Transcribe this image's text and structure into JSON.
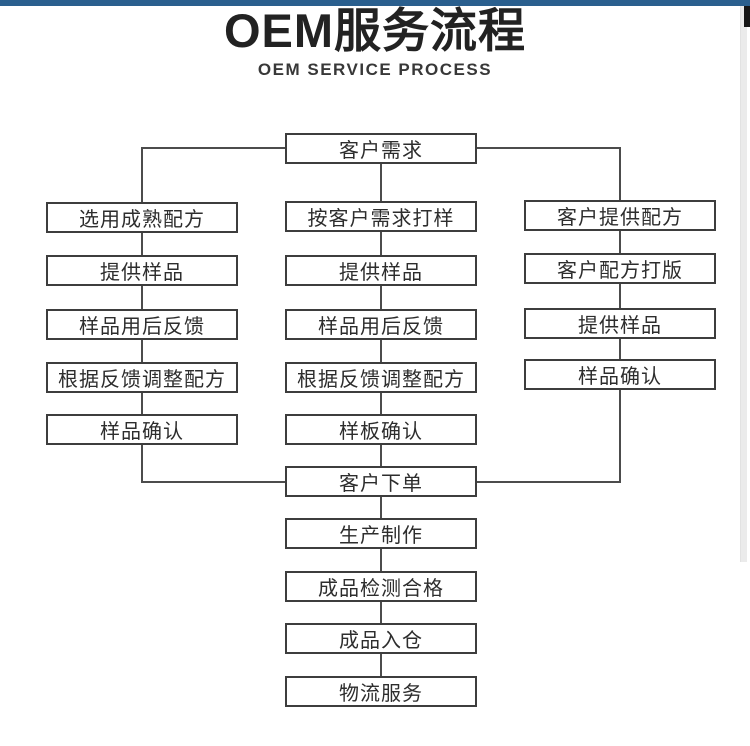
{
  "title": {
    "main": "OEM服务流程",
    "subtitle": "OEM SERVICE PROCESS"
  },
  "flowchart": {
    "start": "客户需求",
    "columns": [
      {
        "name": "mature-formula-path",
        "steps": [
          "选用成熟配方",
          "提供样品",
          "样品用后反馈",
          "根据反馈调整配方",
          "样品确认"
        ]
      },
      {
        "name": "custom-sample-path",
        "steps": [
          "按客户需求打样",
          "提供样品",
          "样品用后反馈",
          "根据反馈调整配方",
          "样板确认"
        ]
      },
      {
        "name": "customer-formula-path",
        "steps": [
          "客户提供配方",
          "客户配方打版",
          "提供样品",
          "样品确认"
        ]
      }
    ],
    "final_steps": [
      "客户下单",
      "生产制作",
      "成品检测合格",
      "成品入仓",
      "物流服务"
    ]
  },
  "colors": {
    "accent_bar": "#2a5f8e",
    "box_border": "#3d3d3d",
    "connector_line": "#4c4c4c",
    "text": "#2d2d2d"
  }
}
